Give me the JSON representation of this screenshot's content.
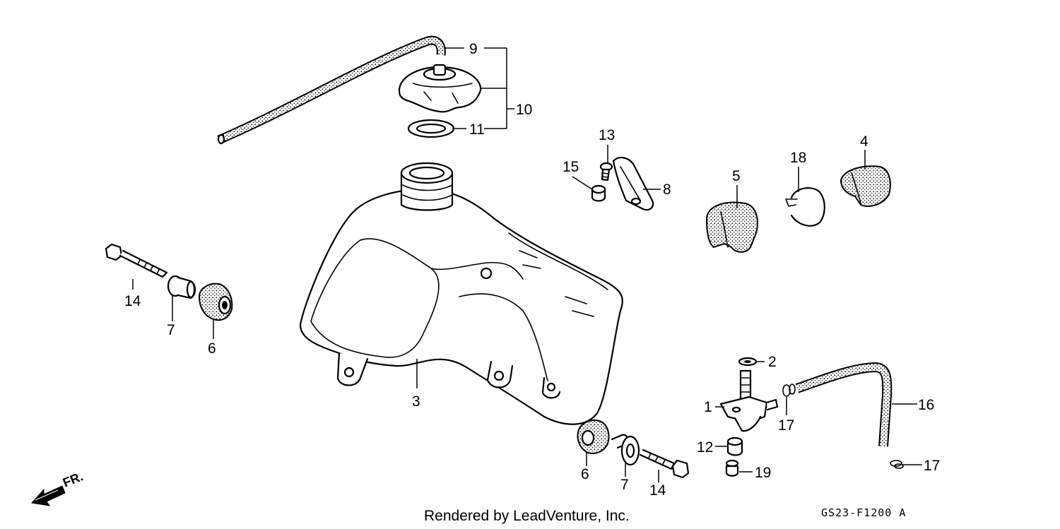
{
  "labels": {
    "p1": "1",
    "p2": "2",
    "p3": "3",
    "p4": "4",
    "p5": "5",
    "p6a": "6",
    "p6b": "6",
    "p7a": "7",
    "p7b": "7",
    "p8": "8",
    "p9": "9",
    "p10": "10",
    "p11": "11",
    "p12": "12",
    "p13": "13",
    "p14a": "14",
    "p14b": "14",
    "p15": "15",
    "p16": "16",
    "p17a": "17",
    "p17b": "17",
    "p18": "18",
    "p19": "19"
  },
  "front_marker": "FR.",
  "footer": {
    "credit": "Rendered by LeadVenture, Inc.",
    "code": "GS23-F1200 A"
  }
}
